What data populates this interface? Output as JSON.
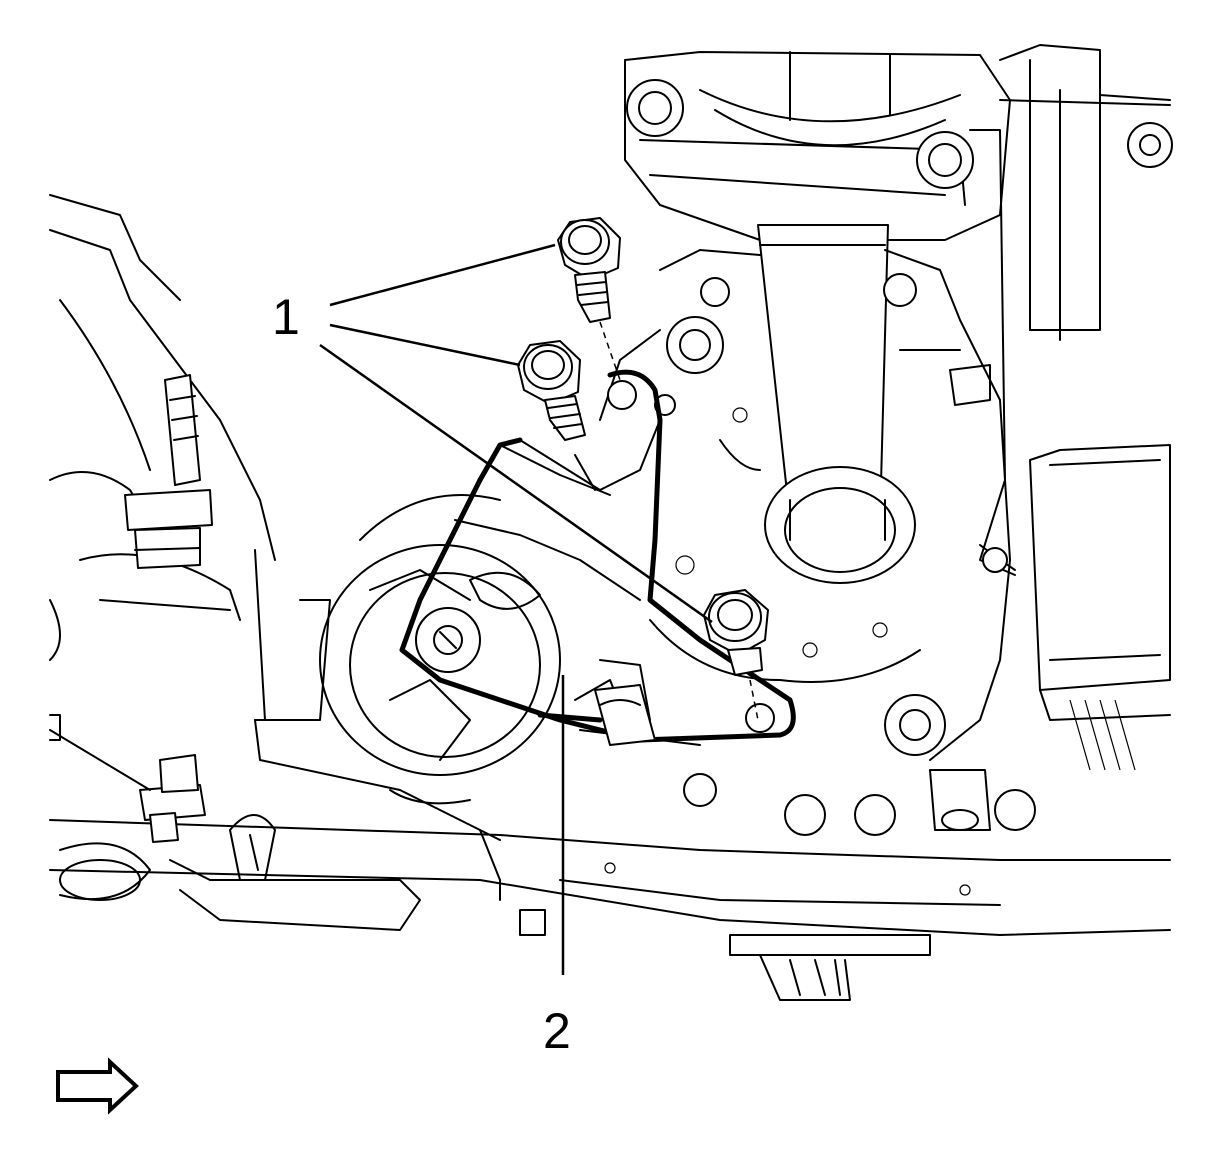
{
  "diagram": {
    "callouts": [
      {
        "id": "1",
        "text": "1"
      },
      {
        "id": "2",
        "text": "2"
      }
    ],
    "direction_indicator": "arrow-right-icon",
    "colors": {
      "line": "#000000",
      "background": "#ffffff"
    }
  }
}
